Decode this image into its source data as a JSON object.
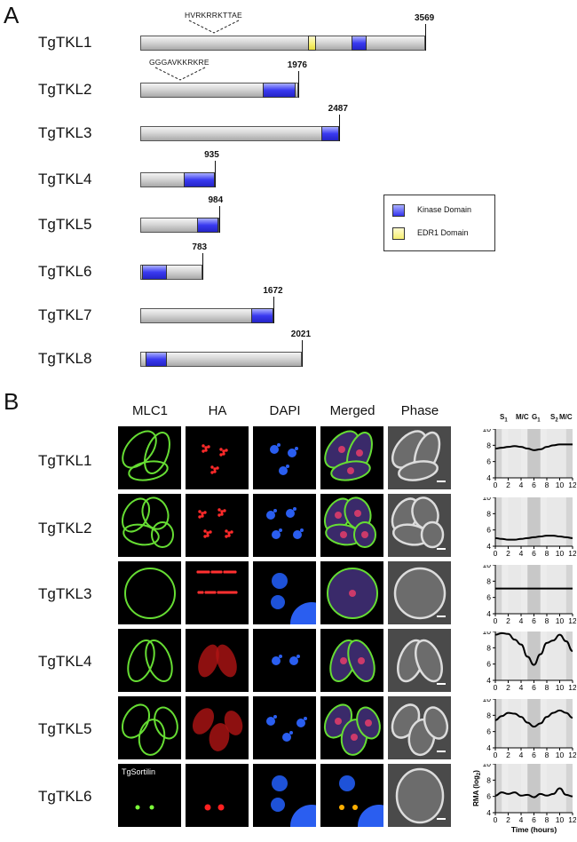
{
  "panel_a": {
    "letter": "A",
    "proteins": [
      {
        "name": "TgTKL1",
        "length": "3569",
        "motif": "HVRKRRKTTAE",
        "domains": [
          "EDR1",
          "Kinase"
        ]
      },
      {
        "name": "TgTKL2",
        "length": "1976",
        "motif": "GGGAVKKRKRE",
        "domains": [
          "Kinase"
        ]
      },
      {
        "name": "TgTKL3",
        "length": "2487",
        "domains": [
          "Kinase"
        ]
      },
      {
        "name": "TgTKL4",
        "length": "935",
        "domains": [
          "Kinase"
        ]
      },
      {
        "name": "TgTKL5",
        "length": "984",
        "domains": [
          "Kinase"
        ]
      },
      {
        "name": "TgTKL6",
        "length": "783",
        "domains": [
          "Kinase"
        ]
      },
      {
        "name": "TgTKL7",
        "length": "1672",
        "domains": [
          "Kinase"
        ]
      },
      {
        "name": "TgTKL8",
        "length": "2021",
        "domains": [
          "Kinase"
        ]
      }
    ],
    "legend": {
      "kinase_label": "Kinase Domain",
      "edr_label": "EDR1 Domain",
      "kinase_color": "#3333ee",
      "edr_color": "#f6ef70"
    }
  },
  "panel_b": {
    "letter": "B",
    "columns": [
      "MLC1",
      "HA",
      "DAPI",
      "Merged",
      "Phase"
    ],
    "rows": [
      "TgTKL1",
      "TgTKL2",
      "TgTKL3",
      "TgTKL4",
      "TgTKL5",
      "TgTKL6"
    ],
    "row6_first_label": "TgSortilin",
    "cycle_header": {
      "s1": "S",
      "s1_sub": "1",
      "mc1": "M/C",
      "g1": "G",
      "g1_sub": "1",
      "s2": "S",
      "s2_sub": "2",
      "mc2": "M/C"
    },
    "y_axis_label": "RMA (log",
    "y_axis_sub": "2",
    "y_axis_close": ")",
    "x_axis_label": "Time (hours)",
    "x_ticks": [
      "0",
      "2",
      "4",
      "6",
      "8",
      "10",
      "12"
    ],
    "y_ticks": [
      "4",
      "6",
      "8",
      "10"
    ]
  },
  "chart_data": {
    "type": "line",
    "xlabel": "Time (hours)",
    "ylabel": "RMA (log2)",
    "xlim": [
      0,
      12
    ],
    "ylim": [
      4,
      10
    ],
    "x": [
      0,
      1,
      2,
      3,
      4,
      5,
      6,
      7,
      8,
      9,
      10,
      11,
      12
    ],
    "series": [
      {
        "name": "TgTKL1",
        "values": [
          7.6,
          7.7,
          7.8,
          7.9,
          7.8,
          7.6,
          7.4,
          7.5,
          7.8,
          8.0,
          8.1,
          8.1,
          8.1
        ]
      },
      {
        "name": "TgTKL2",
        "values": [
          5.0,
          4.9,
          4.8,
          4.8,
          4.9,
          5.0,
          5.1,
          5.2,
          5.3,
          5.3,
          5.2,
          5.1,
          5.0
        ]
      },
      {
        "name": "TgTKL3",
        "values": [
          7.1,
          7.1,
          7.1,
          7.1,
          7.1,
          7.1,
          7.1,
          7.1,
          7.1,
          7.1,
          7.1,
          7.1,
          7.1
        ]
      },
      {
        "name": "TgTKL4",
        "values": [
          9.6,
          9.8,
          9.7,
          9.0,
          8.4,
          6.9,
          5.9,
          7.2,
          8.6,
          8.9,
          9.6,
          8.8,
          7.6
        ]
      },
      {
        "name": "TgTKL5",
        "values": [
          7.4,
          7.9,
          8.3,
          8.2,
          7.8,
          7.1,
          6.6,
          7.0,
          7.8,
          8.3,
          8.6,
          8.3,
          7.7
        ]
      },
      {
        "name": "TgTKL6",
        "values": [
          6.1,
          6.5,
          6.3,
          6.5,
          6.1,
          6.2,
          5.9,
          6.3,
          6.1,
          6.3,
          7.0,
          6.2,
          6.0
        ]
      }
    ],
    "shaded_bands": [
      [
        0,
        1
      ],
      [
        2,
        4
      ],
      [
        5,
        7
      ],
      [
        8,
        11
      ],
      [
        11,
        12
      ]
    ],
    "grid": false
  }
}
